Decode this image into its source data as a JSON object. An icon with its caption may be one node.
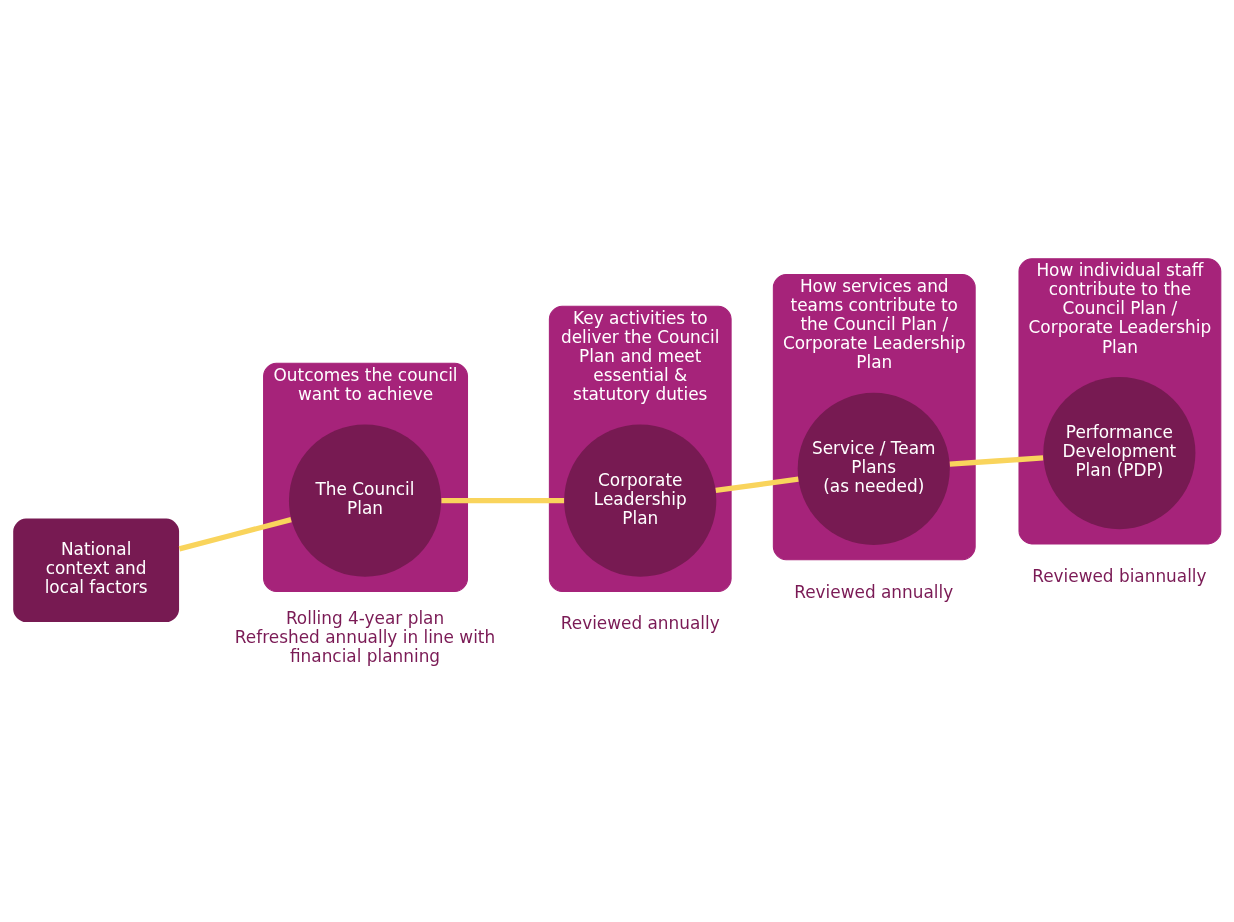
{
  "diagram": {
    "nodes": [
      {
        "text": [
          "National context and local factors"
        ]
      },
      {
        "text": [
          "Outcomes the council want to achieve"
        ]
      },
      {
        "text": [
          "The Council Plan"
        ],
        "in": 1,
        "beside": [
          "Rolling 4-year plan",
          "Refreshed annually in line with financial planning"
        ]
      },
      {
        "text": [
          "Key activities to deliver the Council Plan and meet essential & statutory duties"
        ]
      },
      {
        "text": [
          "Corporate Leadership Plan"
        ],
        "in": 3,
        "beside": [
          "Reviewed annually"
        ]
      },
      {
        "text": [
          "How services and teams contribute to the Council Plan / Corporate Leadership Plan"
        ]
      },
      {
        "text": [
          "Service / Team Plans",
          "(as needed)"
        ],
        "in": 5,
        "beside": [
          "Reviewed annually"
        ]
      },
      {
        "text": [
          "How individual staff contribute to the Council Plan / Corporate Leadership Plan"
        ]
      },
      {
        "text": [
          "Performance Development Plan (PDP)"
        ],
        "in": 7,
        "beside": [
          "Reviewed biannually"
        ]
      }
    ],
    "edges": [
      {
        "from": 0,
        "to": 2,
        "arrow": "none"
      },
      {
        "from": 2,
        "to": 4,
        "arrow": "none"
      },
      {
        "from": 4,
        "to": 6,
        "arrow": "none"
      },
      {
        "from": 6,
        "to": 8,
        "arrow": "none"
      }
    ]
  }
}
